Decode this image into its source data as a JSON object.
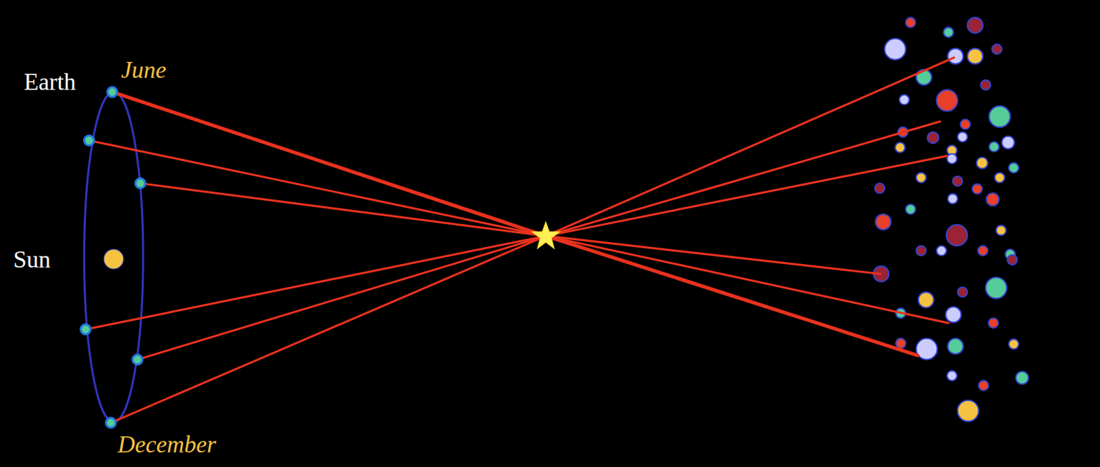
{
  "diagram": {
    "labels": [
      "Earth",
      "June",
      "Sun",
      "December"
    ]
  }
}
